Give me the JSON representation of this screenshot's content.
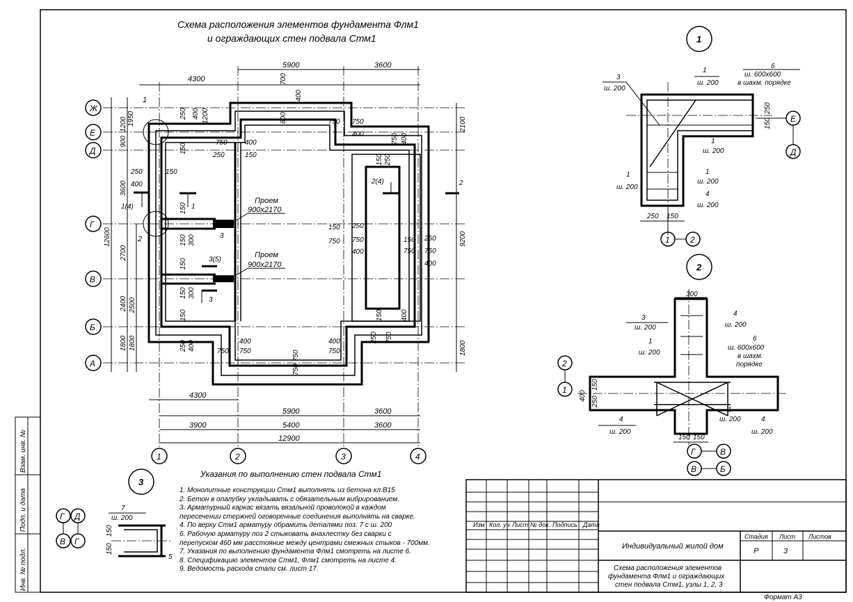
{
  "sheet": {
    "format": "Формат А3",
    "side_stamp": [
      "Взам. инв. №",
      "Подп. и дата",
      "Инв. № подл."
    ]
  },
  "plan": {
    "title_line1": "Схема расположения элементов фундамента Флм1",
    "title_line2": "и ограждающих стен подвала Стм1",
    "axes_rows": [
      "Ж",
      "Е",
      "Д",
      "Г",
      "В",
      "Б",
      "А"
    ],
    "axes_cols": [
      "1",
      "2",
      "3",
      "4"
    ],
    "dims_top": [
      "4300",
      "5900",
      "3600"
    ],
    "dims_bottom_1": [
      "4300"
    ],
    "dims_bottom_2": [
      "5900",
      "3600"
    ],
    "dims_bottom_3": [
      "3900",
      "5400",
      "3600"
    ],
    "dims_bottom_total": "12900",
    "dims_left_outer": [
      "1950",
      "1200",
      "900",
      "3600",
      "2700",
      "2400",
      "1800"
    ],
    "dims_left_total": "12600",
    "dims_left_inner": [
      "2500",
      "1800"
    ],
    "dims_right": [
      "2100",
      "9200",
      "1800"
    ],
    "opening_label": "Проем",
    "opening_size": "900х2170",
    "marks": {
      "m250": "250",
      "m150": "150",
      "m400": "400",
      "m750": "750",
      "m700": "700",
      "m800": "800",
      "m1200": "1200",
      "m300": "300",
      "s1": "1",
      "s2": "2",
      "s3": "3",
      "s1_4": "1(4)",
      "s2_4": "2(4)",
      "s3_5": "3(5)"
    }
  },
  "node1": {
    "number": "1",
    "l3": "3",
    "l1": "1",
    "l6": "6",
    "l4": "4",
    "sh200": "ш. 200",
    "sh600": "ш. 600х600",
    "staggered_1": "в шахм. порядке",
    "axisE": "Е",
    "axisD": "Д",
    "d250": "250",
    "d150": "150",
    "ref1": "1",
    "ref2": "2"
  },
  "node2": {
    "number": "2",
    "l3": "3",
    "l1": "1",
    "l4": "4",
    "l6": "6",
    "sh200": "ш. 200",
    "sh600": "ш. 600х600",
    "staggered_a": "в шахм.",
    "staggered_b": "порядке",
    "d300": "300",
    "d150": "150",
    "d250": "250",
    "d400": "400",
    "axisG": "Г",
    "axisV": "В",
    "axisB": "Б",
    "ref1": "1",
    "ref2": "2"
  },
  "node3": {
    "number": "3",
    "l7": "7",
    "l5": "5",
    "sh200": "ш. 200",
    "d150": "150",
    "axisG": "Г",
    "axisD": "Д",
    "axisV": "В"
  },
  "notes": {
    "title": "Указания по выполнению стен подвала Стм1",
    "lines": [
      "1. Монолитные конструкции Стм1 выполнять из бетона кл.В15",
      "2. Бетон в опалубку укладывать с обязательным вибрированием.",
      "3. Арматурный каркас вязать вязальной проволокой в каждом",
      "пересечении стержней оговоренные соединения выполнять на сварке.",
      "4. По верху Стм1 арматуру обрамить деталями поз. 7 с ш. 200",
      "6. Рабочую арматуру поз 2 стыковать внахлестку без сварки с",
      "перепуском 460 мм расстояние между центрами смежных стыков - 700мм.",
      "7. Указания по выполнению фундамента Флм1 смотреть на листе 6.",
      "8. Спецификацию элементов Стм1, Флм1 смотреть на листе 4.",
      "9. Ведомость расхода стали см. лист 17."
    ]
  },
  "title_block": {
    "col_headers": [
      "Изм",
      "Кол. уч",
      "Лист",
      "№ док.",
      "Подпись",
      "Дата"
    ],
    "project": "Индивидуальный жилой дом",
    "stage_label": "Стадия",
    "sheet_label": "Лист",
    "sheets_label": "Листов",
    "stage": "Р",
    "sheet": "3",
    "sheets": "",
    "drawing_title": [
      "Схема расположения элементов",
      "фундамента Флм1 и ограждающих",
      "стен подвала Стм1, узлы 1, 2, 3"
    ]
  }
}
